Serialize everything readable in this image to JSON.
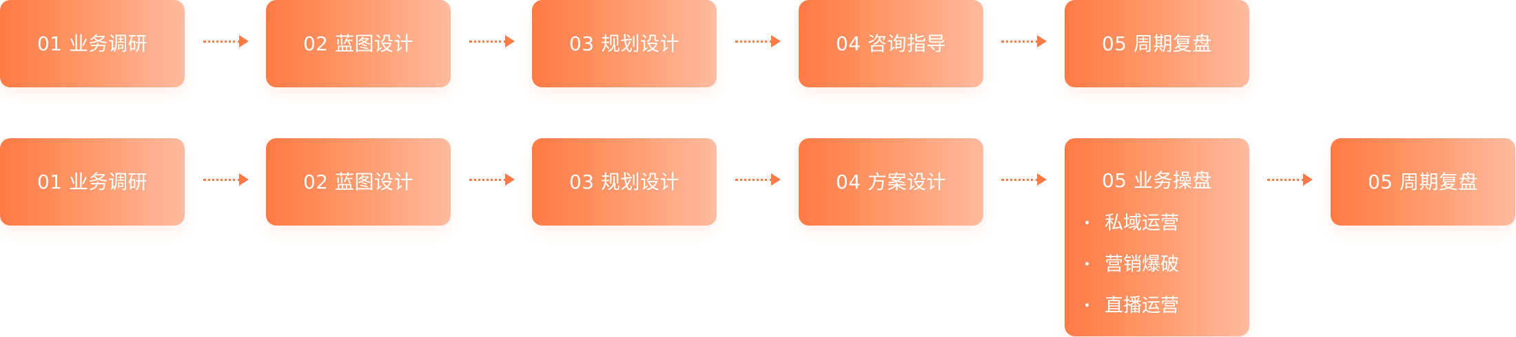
{
  "rows": [
    {
      "steps": [
        {
          "label": "01 业务调研"
        },
        {
          "label": "02 蓝图设计"
        },
        {
          "label": "03 规划设计"
        },
        {
          "label": "04 咨询指导"
        },
        {
          "label": "05 周期复盘"
        }
      ]
    },
    {
      "steps": [
        {
          "label": "01 业务调研"
        },
        {
          "label": "02 蓝图设计"
        },
        {
          "label": "03 规划设计"
        },
        {
          "label": "04 方案设计"
        },
        {
          "label": "05 业务操盘",
          "sub_items": [
            "私域运营",
            "营销爆破",
            "直播运营"
          ]
        },
        {
          "label": "05 周期复盘"
        }
      ]
    }
  ],
  "colors": {
    "gradient_start": "#ff7a45",
    "gradient_end": "#ffbba0",
    "arrow": "#ff7a45",
    "text": "#ffffff"
  },
  "icons": {
    "connector": "dotted-arrow-right-icon"
  }
}
